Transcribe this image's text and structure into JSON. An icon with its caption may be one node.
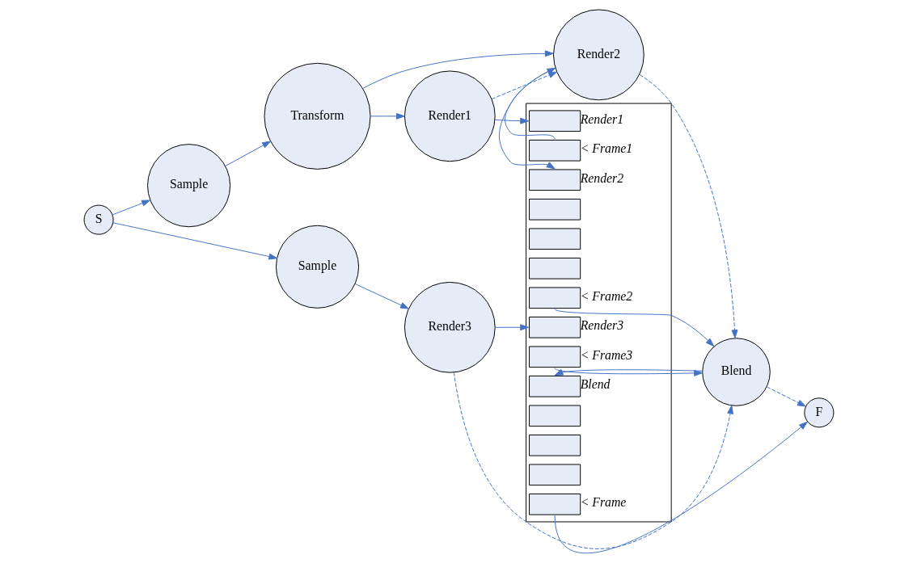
{
  "diagram": {
    "nodes": [
      {
        "text": [
          "S"
        ]
      },
      {
        "text": [
          "Sample"
        ]
      },
      {
        "text": [
          "Transform"
        ]
      },
      {
        "text": [
          "Render1"
        ]
      },
      {
        "text": [
          "Render2"
        ]
      },
      {
        "text": [
          "Sample"
        ]
      },
      {
        "text": [
          "Render3"
        ]
      },
      {
        "text": [
          "Blend"
        ]
      },
      {
        "text": [],
        "shape": "box"
      },
      {
        "text": [],
        "shape": "box",
        "in": 8,
        "beside": [
          "Render1"
        ]
      },
      {
        "text": [],
        "shape": "box",
        "in": 8,
        "beside": [
          "< Frame1"
        ]
      },
      {
        "text": [],
        "shape": "box",
        "in": 8,
        "beside": [
          "Render2"
        ]
      },
      {
        "text": [],
        "shape": "box",
        "in": 8
      },
      {
        "text": [],
        "shape": "box",
        "in": 8
      },
      {
        "text": [],
        "shape": "box",
        "in": 8
      },
      {
        "text": [],
        "shape": "box",
        "in": 8,
        "beside": [
          "< Frame2"
        ]
      },
      {
        "text": [],
        "shape": "box",
        "in": 8,
        "beside": [
          "Render3"
        ]
      },
      {
        "text": [],
        "shape": "box",
        "in": 8,
        "beside": [
          "< Frame3"
        ]
      },
      {
        "text": [],
        "shape": "box",
        "in": 8,
        "beside": [
          "Blend"
        ]
      },
      {
        "text": [],
        "shape": "box",
        "in": 8
      },
      {
        "text": [],
        "shape": "box",
        "in": 8
      },
      {
        "text": [],
        "shape": "box",
        "in": 8
      },
      {
        "text": [],
        "shape": "box",
        "in": 8,
        "beside": [
          "< Frame"
        ]
      },
      {
        "text": [
          "F"
        ]
      }
    ],
    "edges": [
      {
        "from": 0,
        "to": 1,
        "arrow": "to"
      },
      {
        "from": 0,
        "to": 5,
        "arrow": "to"
      },
      {
        "from": 1,
        "to": 2,
        "arrow": "to"
      },
      {
        "from": 2,
        "to": 3,
        "arrow": "to"
      },
      {
        "from": 2,
        "to": 4,
        "arrow": "to"
      },
      {
        "from": 3,
        "to": 4,
        "arrow": "to",
        "style": "dashed"
      },
      {
        "from": 3,
        "to": 9,
        "arrow": "to"
      },
      {
        "from": 10,
        "to": 4,
        "arrow": "to"
      },
      {
        "from": 4,
        "to": 11,
        "arrow": "to"
      },
      {
        "from": 5,
        "to": 6,
        "arrow": "to"
      },
      {
        "from": 4,
        "to": 7,
        "arrow": "to",
        "style": "dashed"
      },
      {
        "from": 6,
        "to": 7,
        "arrow": "to",
        "style": "dashed"
      },
      {
        "from": 6,
        "to": 16,
        "arrow": "to"
      },
      {
        "from": 15,
        "to": 7,
        "arrow": "to"
      },
      {
        "from": 17,
        "to": 7,
        "arrow": "to"
      },
      {
        "from": 7,
        "to": 18,
        "arrow": "to"
      },
      {
        "from": 7,
        "to": 23,
        "arrow": "to",
        "style": "dashed"
      },
      {
        "from": 8,
        "to": 23,
        "arrow": "to"
      }
    ]
  }
}
